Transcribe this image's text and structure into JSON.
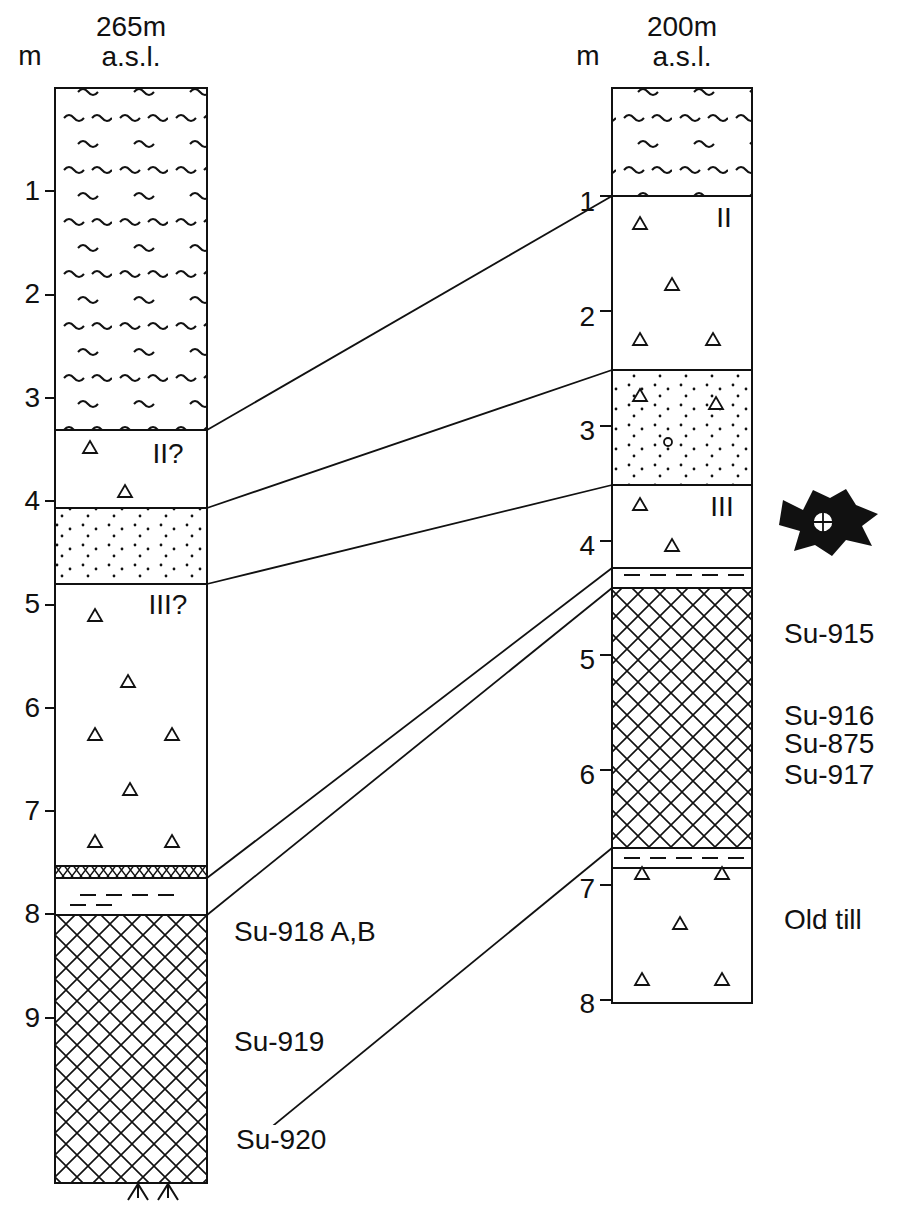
{
  "diagram": {
    "labels": [
      "265m a.s.l.",
      "200m a.s.l.",
      "m",
      "m",
      "1",
      "2",
      "3",
      "4",
      "5",
      "6",
      "7",
      "8",
      "9",
      "1",
      "2",
      "3",
      "4",
      "5",
      "6",
      "7",
      "8",
      "II?",
      "III?",
      "II",
      "III",
      "Su-918 A,B",
      "Su-919",
      "Su-920",
      "Su-915",
      "Su-916",
      "Su-875",
      "Su-917",
      "Old till"
    ]
  }
}
